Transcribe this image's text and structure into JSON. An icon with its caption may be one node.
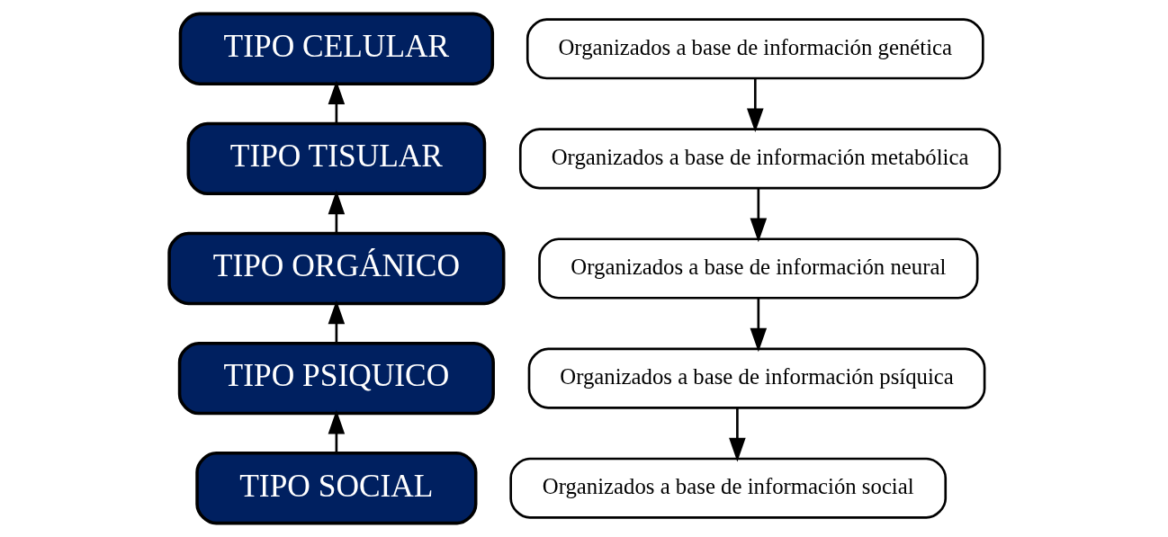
{
  "diagram": {
    "nodes": [
      {
        "text": [
          "TIPO CELULAR"
        ]
      },
      {
        "text": [
          "Organizados a base de información genética"
        ]
      },
      {
        "text": [
          "TIPO TISULAR"
        ]
      },
      {
        "text": [
          "Organizados a base de información metabólica"
        ]
      },
      {
        "text": [
          "TIPO ORGÁNICO"
        ]
      },
      {
        "text": [
          "Organizados a base de información neural"
        ]
      },
      {
        "text": [
          "TIPO PSIQUICO"
        ]
      },
      {
        "text": [
          "Organizados a base de información psíquica"
        ]
      },
      {
        "text": [
          "TIPO SOCIAL"
        ]
      },
      {
        "text": [
          "Organizados a base de información social"
        ]
      }
    ],
    "edges": [
      {
        "from": 8,
        "to": 6,
        "arrow": "to"
      },
      {
        "from": 6,
        "to": 4,
        "arrow": "to"
      },
      {
        "from": 4,
        "to": 2,
        "arrow": "to"
      },
      {
        "from": 2,
        "to": 0,
        "arrow": "to"
      },
      {
        "from": 1,
        "to": 3,
        "arrow": "to"
      },
      {
        "from": 3,
        "to": 5,
        "arrow": "to"
      },
      {
        "from": 5,
        "to": 7,
        "arrow": "to"
      },
      {
        "from": 7,
        "to": 9,
        "arrow": "to"
      }
    ]
  }
}
